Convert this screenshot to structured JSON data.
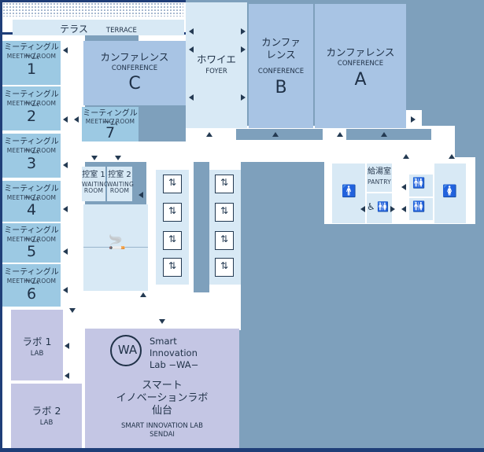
{
  "rooms": {
    "terrace": {
      "jp": "テラス",
      "en": "TERRACE"
    },
    "meeting_rooms": [
      {
        "jp": "ミーティングルーム",
        "en": "MEETING ROOM",
        "num": "1"
      },
      {
        "jp": "ミーティングルーム",
        "en": "MEETING ROOM",
        "num": "2"
      },
      {
        "jp": "ミーティングルーム",
        "en": "MEETING ROOM",
        "num": "3"
      },
      {
        "jp": "ミーティングルーム",
        "en": "MEETING ROOM",
        "num": "4"
      },
      {
        "jp": "ミーティングルーム",
        "en": "MEETING ROOM",
        "num": "5"
      },
      {
        "jp": "ミーティングルーム",
        "en": "MEETING ROOM",
        "num": "6"
      },
      {
        "jp": "ミーティングルーム",
        "en": "MEETING ROOM",
        "num": "7"
      }
    ],
    "conference_c": {
      "jp": "カンファレンス",
      "en": "CONFERENCE",
      "letter": "C"
    },
    "conference_b": {
      "jp1": "カンファ",
      "jp2": "レンス",
      "en": "CONFERENCE",
      "letter": "B"
    },
    "conference_a": {
      "jp": "カンファレンス",
      "en": "CONFERENCE",
      "letter": "A"
    },
    "foyer": {
      "jp": "ホワイエ",
      "en": "FOYER"
    },
    "waiting_1": {
      "jp": "控室 1",
      "en1": "WAITING",
      "en2": "ROOM"
    },
    "waiting_2": {
      "jp": "控室 2",
      "en1": "WAITING",
      "en2": "ROOM"
    },
    "pantry": {
      "jp": "給湯室",
      "en": "PANTRY"
    },
    "lab_1": {
      "jp": "ラボ 1",
      "en": "LAB"
    },
    "lab_2": {
      "jp": "ラボ 2",
      "en": "LAB"
    },
    "smart_lab": {
      "logo_wa": "WA",
      "logo_line1": "Smart",
      "logo_line2": "Innovation",
      "logo_line3": "Lab −WA−",
      "jp1": "スマート",
      "jp2": "イノベーションラボ",
      "jp3": "仙台",
      "en1": "SMART INNOVATION LAB",
      "en2": "SENDAI"
    }
  },
  "icons": {
    "elevator": "elevator-icon",
    "smoking": "smoking-icon",
    "restroom_male": "male-restroom-icon",
    "restroom_female": "female-restroom-icon",
    "restroom_accessible": "accessible-restroom-icon"
  },
  "glyphs": {
    "elevator": "⇅",
    "male": "🚹",
    "female": "🚺",
    "couple": "🚻",
    "wheelchair": "♿",
    "smoking": "🚬"
  },
  "colors": {
    "background": "#7ea0bc",
    "meeting_room": "#9cc9e3",
    "conference": "#a8c4e4",
    "lab": "#c4c6e4",
    "corridor": "#ffffff",
    "outline": "#1f3e78"
  }
}
